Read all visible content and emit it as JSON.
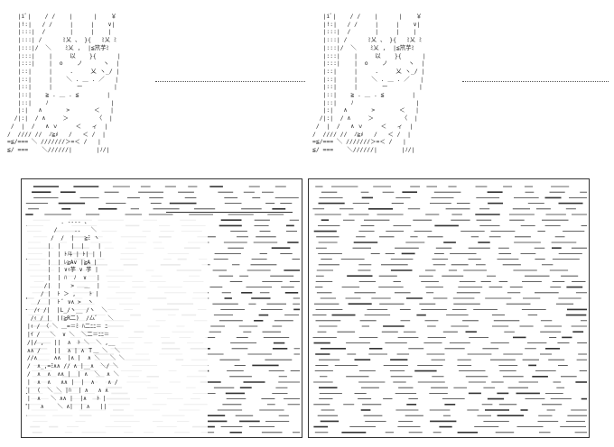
{
  "ascii_art": {
    "top_left_figure": [
      "   |iﾞ|    / /    |      |    ￥",
      "   |!:|   / /     |     |    ∨|",
      "   |:::|  /       |     |    |",
      "   |:::| /      ﾐ乂 、 }{   ﾐ乂 ﾐ",
      "   |:::|/  ＼    ﾐ乂 ,  |≦笊芋ﾐ",
      "   |:::|    |     以    }{      |",
      "   |:::|    |  o    ノ      ヽ  |",
      "   |::|     |     .     乂 ヽ_/ |",
      "   |::|     |    ＼ . ＿ . ／   |",
      "   |::|     |       ー         |",
      "   |::|    ≧ . ＿ . ≦        |",
      "   |::|    ﾉ                  |",
      "   |:|   ∧       >       ＜   |",
      "  /|:|  / ∧     ＞        〈  |",
      " /  |  /   ∧ ｖ     ＜   ィ  |",
      "/  //// //  ﾉ≧ﾒ   /   ＜ /  |",
      "=≦/=== ＼ ///////＞=＜ /   |",
      "≦/ ===    ＼//////|       |ﾉ/|"
    ],
    "top_right_figure": [
      "   |iﾞ|    / /    |      |    ￥",
      "   |!:|   / /     |     |    ∨|",
      "   |:::|  /       |     |    |",
      "   |:::| /      ﾐ乂 、 }{   ﾐ乂 ﾐ",
      "   |:::|/  ＼    ﾐ乂 ,  |≦笊芋ﾐ",
      "   |:::|    |     以    }{      |",
      "   |:::|    |  o    ノ      ヽ  |",
      "   |::|     |     .     乂 ヽ_/ |",
      "   |::|     |    ＼ . ＿ . ／   |",
      "   |::|     |       ー         |",
      "   |::|    ≧ . ＿ . ≦        |",
      "   |::|    ﾉ                  |",
      "   |:|   ∧       >       ＜   |",
      "  /|:|  / ∧     ＞        〈  |",
      " /  |  /   ∧ ｖ     ＜   ィ  |",
      "/  //// //  ﾉ≧ﾒ   /   ＜ /  |",
      "=≦/=== ＼ ///////＞=＜ /   |",
      "≦/ ===    ＼//////|       |ﾉ/|"
    ],
    "panel_left_figure": [
      "          . ---- 、",
      "        /     ..   ＼",
      "       /  /  |   ≧ﾐ ヽ",
      "      |  |   |  |    |",
      "      |  | ﾄ斗 | ﾄ| | |",
      "      |  | ﾚ≧A∨ |≧A |",
      "      |  | ∨ｨ芋 ∨ 芋 |",
      "      |  | ﾊ  ﾉ  ∨   |",
      "     /|  |   >   ＿  |",
      "    / |  ﾄ ＞ ,    ﾄ |",
      "   /  |  ﾄ ﾞ ∨∧ >  ヽ",
      "  /ｨ /|  |L_/ヽ__ /ヽ  ＼",
      " /ｨ / |  |(≧R二)  /厶ﾞ   ＼",
      "|ｨ / 〈 ＼ ＿=＝ﾐ ﾊ二ﾆﾆ＝ ﾆ",
      "|ｲ /   ＼  ∨ ＼  ＼二＝ﾆﾆ＝",
      "/|/ ,   ||  ∧  ﾄ ＼  ＼ ,__",
      "∧∧ /    ||  ∧ | ∧ Ｔ＿ ＼  ＼",
      "//∧     ∧∧  |∧ |  ∧ ＼   ＼ ＼",
      "/  ∧_,=ﾐ∧∧ // ∧ |__∧  ＼/ ＼",
      "/  ∧  ∧  ∧∧ |  | ∧  ＼  ∧ ＼",
      "|  ∧  ∧   ∧∧ |  |  ∧    ∧ /",
      "|  (  ＼ ＼ |ﾊ  | ∧   ∧ ∧",
      "|  ∧   ＼ ∧∧ |  |∧   ﾄ |",
      "|   ∧    ＼ ∧|  | ∧   ||"
    ]
  },
  "colors": {
    "background": "#ffffff",
    "ink": "#222222",
    "border": "#333333"
  }
}
